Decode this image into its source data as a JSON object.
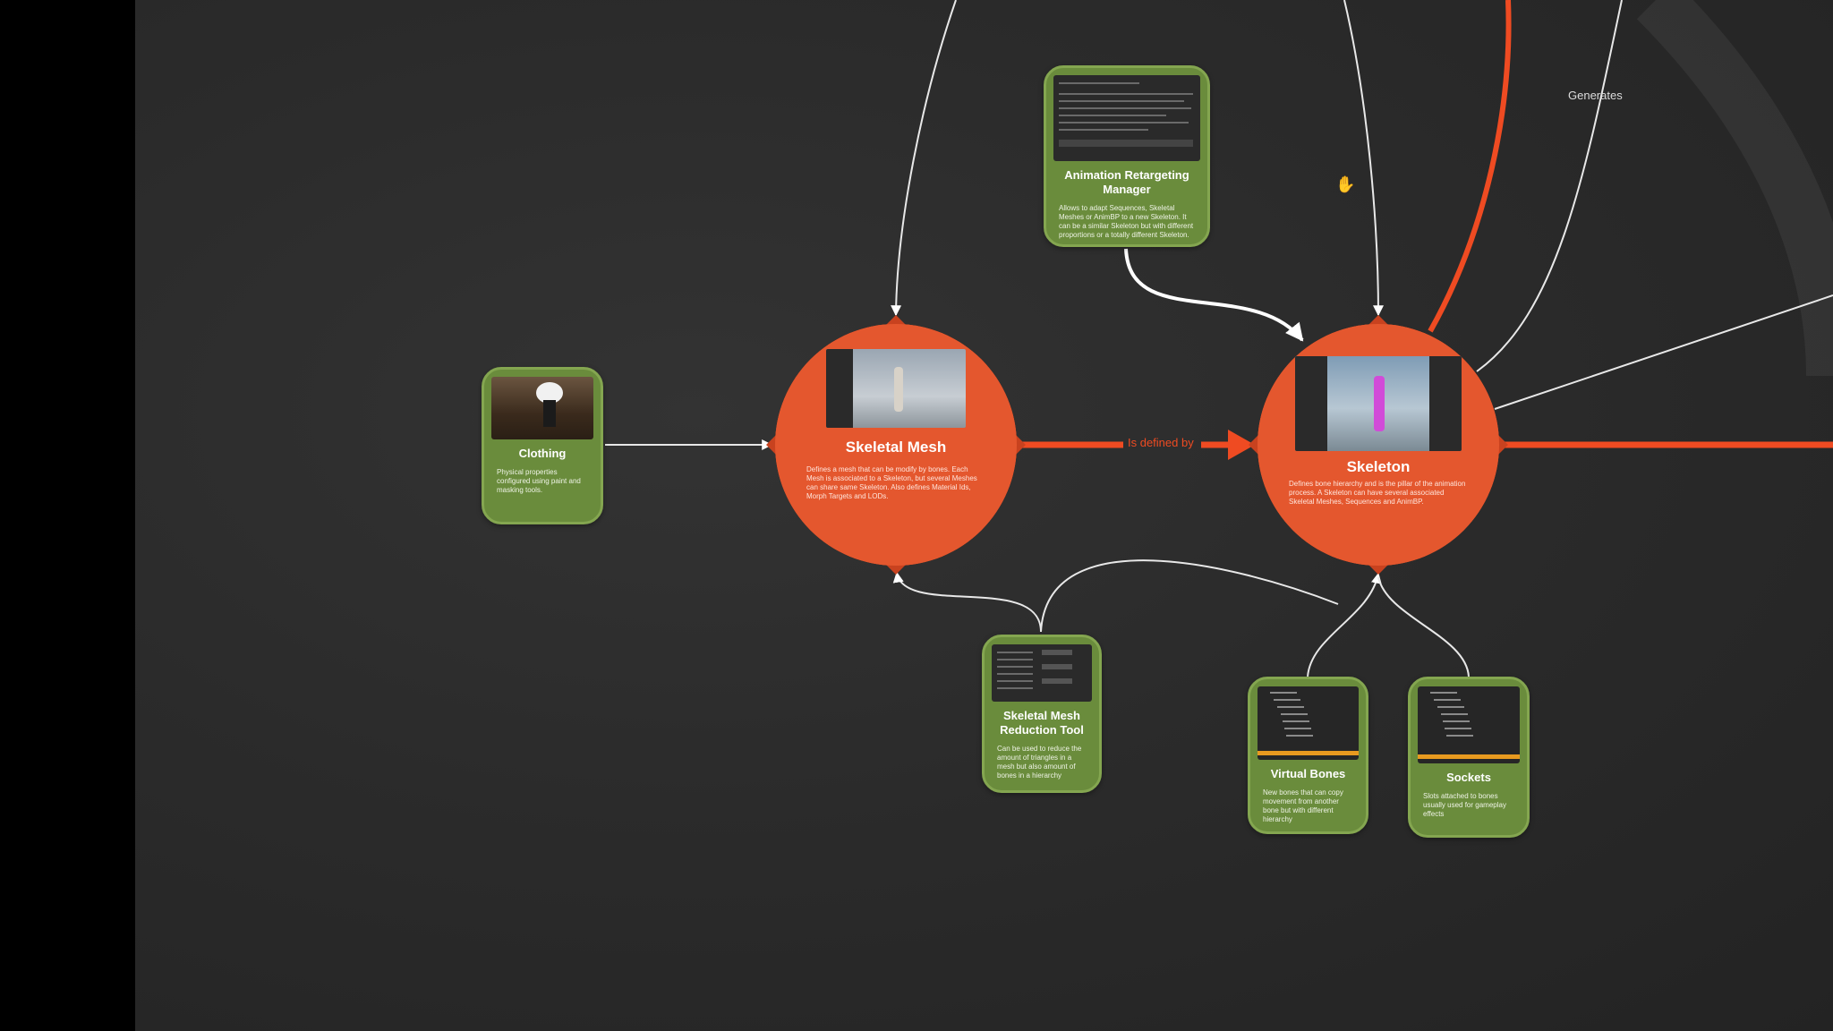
{
  "nodes": {
    "clothing": {
      "title": "Clothing",
      "desc": "Physical properties configured using paint and masking tools."
    },
    "skeletal_mesh": {
      "title": "Skeletal Mesh",
      "desc": "Defines a mesh that can be modify by bones. Each Mesh is associated to a Skeleton, but several Meshes can share same Skeleton. Also defines Material Ids, Morph Targets and LODs."
    },
    "skeleton": {
      "title": "Skeleton",
      "desc": "Defines bone hierarchy and is the pillar of the animation process. A Skeleton can have several associated Skeletal Meshes, Sequences and AnimBP."
    },
    "anim_retarget": {
      "title": "Animation Retargeting Manager",
      "desc": "Allows to adapt Sequences, Skeletal Meshes or AnimBP to a new Skeleton. It can be a similar Skeleton but with different proportions or a totally different Skeleton."
    },
    "reduction_tool": {
      "title": "Skeletal Mesh Reduction Tool",
      "desc": "Can be used to reduce the amount of triangles in a mesh but also amount of bones in a hierarchy"
    },
    "virtual_bones": {
      "title": "Virtual Bones",
      "desc": "New bones that can copy movement from another bone but with different hierarchy"
    },
    "sockets": {
      "title": "Sockets",
      "desc": "Slots attached to bones usually used for gameplay effects"
    }
  },
  "edges": {
    "is_defined_by": "Is defined by",
    "generates": "Generates"
  },
  "colors": {
    "accent": "#e4572e",
    "node_green": "#6a8c3c",
    "edge_white": "#e8e8e8",
    "edge_red": "#ef4b22"
  }
}
